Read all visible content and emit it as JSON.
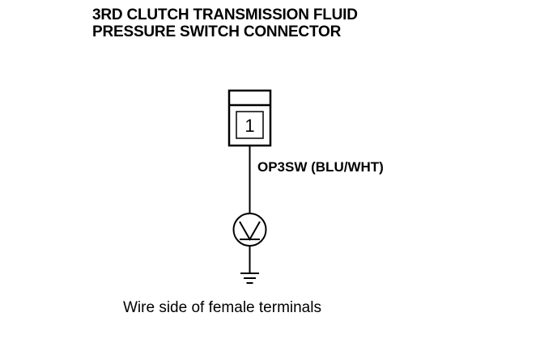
{
  "title": {
    "line1": "3RD CLUTCH TRANSMISSION FLUID",
    "line2": "PRESSURE SWITCH CONNECTOR"
  },
  "connector": {
    "terminal_number": "1"
  },
  "wire": {
    "label": "OP3SW (BLU/WHT)"
  },
  "caption": "Wire side of female terminals",
  "colors": {
    "ink": "#000000",
    "background": "#ffffff"
  },
  "icons": {
    "switch": "pressure-switch-symbol",
    "ground": "ground-symbol"
  }
}
